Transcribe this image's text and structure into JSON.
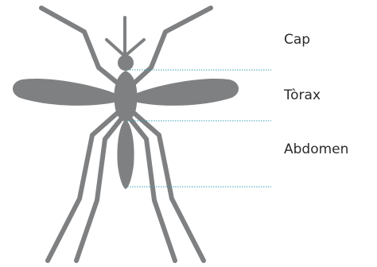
{
  "labels": {
    "head": "Cap",
    "thorax": "Tòrax",
    "abdomen": "Abdomen"
  },
  "colors": {
    "body": "#7e8082",
    "leader_line": "#3aa0b4",
    "text": "#2b2b2b"
  },
  "icon": "mosquito-anatomy-illustration"
}
